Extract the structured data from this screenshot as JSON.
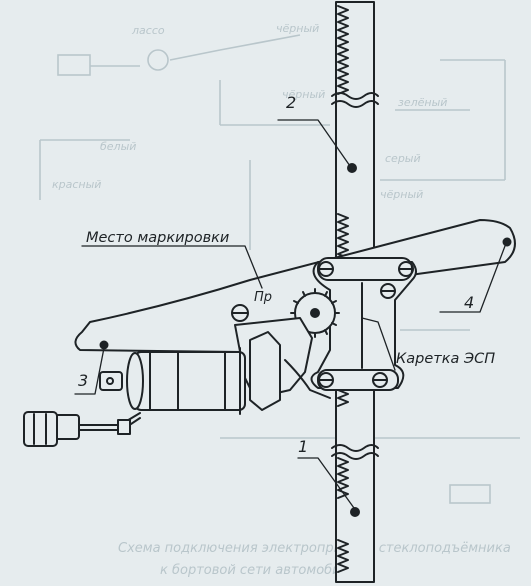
{
  "labels": {
    "marking_place": "Место маркировки",
    "pr_mark": "Пр",
    "carriage": "Каретка ЭСП",
    "callout_1": "1",
    "callout_2": "2",
    "callout_3": "3",
    "callout_4": "4"
  },
  "background": {
    "bg_top_1": "лассо",
    "bg_top_2": "чёрный",
    "bg_top_3": "чёрный",
    "bg_left_1": "белый",
    "bg_left_2": "красный",
    "bg_right_1": "зелёный",
    "bg_right_2": "серый",
    "bg_right_3": "чёрный",
    "bg_caption_1": "Схема подключения электропривода стеклоподъёмника",
    "bg_caption_2": "к бортовой сети автомобиля"
  },
  "colors": {
    "paper": "#e6ecee",
    "ink": "#1e2326",
    "bleed": "#b9c6cb"
  }
}
